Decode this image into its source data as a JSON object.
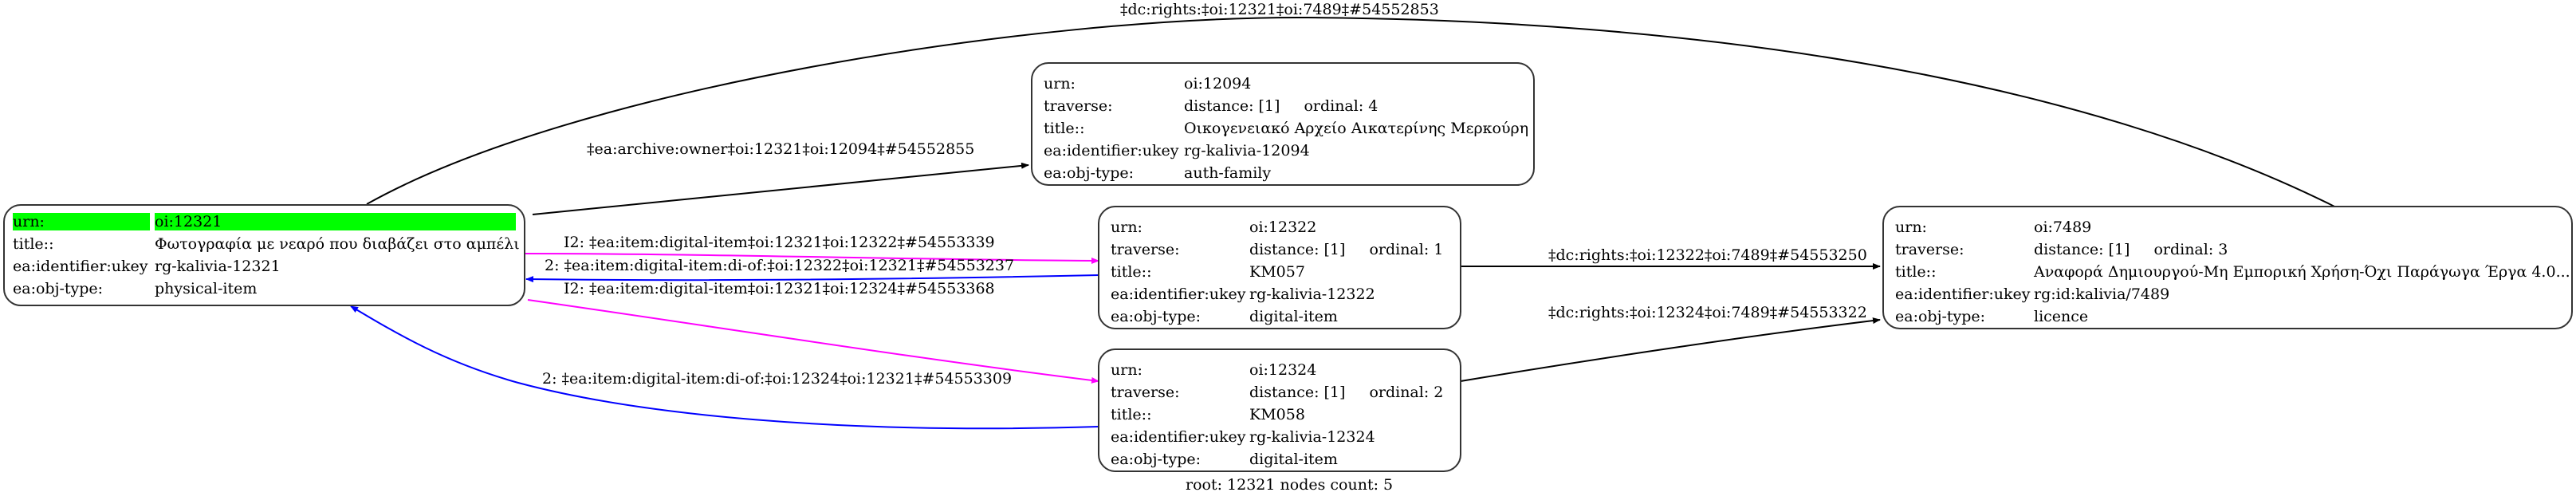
{
  "graph": {
    "footer": "root: 12321 nodes count: 5",
    "colors": {
      "root_highlight": "#00ff00",
      "edge_default": "#000000",
      "edge_item": "#ff00ff",
      "edge_di_of": "#0000ff"
    },
    "nodes": {
      "n12321": {
        "rows": [
          {
            "key": "urn:",
            "value": "oi:12321"
          },
          {
            "key": "title::",
            "value": "Φωτογραφία με νεαρό που διαβάζει στο αμπέλι"
          },
          {
            "key": "ea:identifier:ukey",
            "value": "rg-kalivia-12321"
          },
          {
            "key": "ea:obj-type:",
            "value": "physical-item"
          }
        ]
      },
      "n12094": {
        "rows": [
          {
            "key": "urn:",
            "value": "oi:12094"
          },
          {
            "key": "traverse:",
            "distance": "distance: [1]",
            "ordinal": "ordinal: 4"
          },
          {
            "key": "title::",
            "value": "Οικογενειακό Αρχείο Αικατερίνης Μερκούρη"
          },
          {
            "key": "ea:identifier:ukey",
            "value": "rg-kalivia-12094"
          },
          {
            "key": "ea:obj-type:",
            "value": "auth-family"
          }
        ]
      },
      "n12322": {
        "rows": [
          {
            "key": "urn:",
            "value": "oi:12322"
          },
          {
            "key": "traverse:",
            "distance": "distance: [1]",
            "ordinal": "ordinal: 1"
          },
          {
            "key": "title::",
            "value": "KM057"
          },
          {
            "key": "ea:identifier:ukey",
            "value": "rg-kalivia-12322"
          },
          {
            "key": "ea:obj-type:",
            "value": "digital-item"
          }
        ]
      },
      "n12324": {
        "rows": [
          {
            "key": "urn:",
            "value": "oi:12324"
          },
          {
            "key": "traverse:",
            "distance": "distance: [1]",
            "ordinal": "ordinal: 2"
          },
          {
            "key": "title::",
            "value": "KM058"
          },
          {
            "key": "ea:identifier:ukey",
            "value": "rg-kalivia-12324"
          },
          {
            "key": "ea:obj-type:",
            "value": "digital-item"
          }
        ]
      },
      "n7489": {
        "rows": [
          {
            "key": "urn:",
            "value": "oi:7489"
          },
          {
            "key": "traverse:",
            "distance": "distance: [1]",
            "ordinal": "ordinal: 3"
          },
          {
            "key": "title::",
            "value": "Αναφορά Δημιουργού-Μη Εμπορική Χρήση-Όχι Παράγωγα Έργα 4.0..."
          },
          {
            "key": "ea:identifier:ukey",
            "value": "rg:id:kalivia/7489"
          },
          {
            "key": "ea:obj-type:",
            "value": "licence"
          }
        ]
      }
    },
    "edges": {
      "e1": {
        "label": "‡dc:rights:‡oi:12321‡oi:7489‡#54552853",
        "from": "oi:12321",
        "to": "oi:7489",
        "color": "#000000"
      },
      "e2": {
        "label": "‡ea:archive:owner‡oi:12321‡oi:12094‡#54552855",
        "from": "oi:12321",
        "to": "oi:12094",
        "color": "#000000"
      },
      "e3": {
        "label": "I2: ‡ea:item:digital-item‡oi:12321‡oi:12322‡#54553339",
        "from": "oi:12321",
        "to": "oi:12322",
        "color": "#ff00ff"
      },
      "e4": {
        "label": "2: ‡ea:item:digital-item:di-of:‡oi:12322‡oi:12321‡#54553237",
        "from": "oi:12322",
        "to": "oi:12321",
        "color": "#0000ff"
      },
      "e5": {
        "label": "I2: ‡ea:item:digital-item‡oi:12321‡oi:12324‡#54553368",
        "from": "oi:12321",
        "to": "oi:12324",
        "color": "#ff00ff"
      },
      "e6": {
        "label": "2: ‡ea:item:digital-item:di-of:‡oi:12324‡oi:12321‡#54553309",
        "from": "oi:12324",
        "to": "oi:12321",
        "color": "#0000ff"
      },
      "e7": {
        "label": "‡dc:rights:‡oi:12322‡oi:7489‡#54553250",
        "from": "oi:12322",
        "to": "oi:7489",
        "color": "#000000"
      },
      "e8": {
        "label": "‡dc:rights:‡oi:12324‡oi:7489‡#54553322",
        "from": "oi:12324",
        "to": "oi:7489",
        "color": "#000000"
      }
    }
  }
}
